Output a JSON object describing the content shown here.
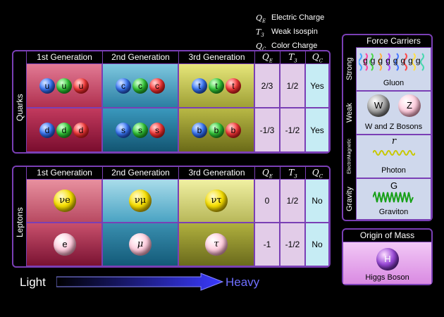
{
  "legend": [
    {
      "sym": "Q",
      "sub": "E",
      "label": "Electric Charge"
    },
    {
      "sym": "T",
      "sub": "3",
      "label": "Weak Isospin"
    },
    {
      "sym": "Q",
      "sub": "C",
      "label": "Color Charge"
    }
  ],
  "quarks": {
    "side_label": "Quarks",
    "headers": [
      "1st Generation",
      "2nd Generation",
      "3rd Generation"
    ],
    "prop_headers": [
      {
        "sym": "Q",
        "sub": "E"
      },
      {
        "sym": "T",
        "sub": "3"
      },
      {
        "sym": "Q",
        "sub": "C"
      }
    ],
    "rows": [
      {
        "particles": [
          "u",
          "c",
          "t"
        ],
        "qe": "2/3",
        "t3": "1/2",
        "qc": "Yes"
      },
      {
        "particles": [
          "d",
          "s",
          "b"
        ],
        "qe": "-1/3",
        "t3": "-1/2",
        "qc": "Yes"
      }
    ]
  },
  "leptons": {
    "side_label": "Leptons",
    "headers": [
      "1st Generation",
      "2nd Generation",
      "3rd Generation"
    ],
    "prop_headers": [
      {
        "sym": "Q",
        "sub": "E"
      },
      {
        "sym": "T",
        "sub": "3"
      },
      {
        "sym": "Q",
        "sub": "C"
      }
    ],
    "rows": [
      {
        "particles": [
          "νe",
          "νμ",
          "ντ"
        ],
        "qe": "0",
        "t3": "1/2",
        "qc": "No"
      },
      {
        "particles": [
          "e",
          "μ",
          "τ"
        ],
        "qe": "-1",
        "t3": "-1/2",
        "qc": "No"
      }
    ]
  },
  "force_carriers": {
    "title": "Force Carriers",
    "items": [
      {
        "label": "Strong",
        "caption": "Gluon",
        "glyph": "g"
      },
      {
        "label": "Weak",
        "caption": "W and Z Bosons",
        "w": "W",
        "z": "Z"
      },
      {
        "label": "ElectroMagnetic",
        "caption": "Photon",
        "glyph": "r"
      },
      {
        "label": "Gravity",
        "caption": "Graviton",
        "glyph": "G"
      }
    ]
  },
  "mass": {
    "title": "Origin of Mass",
    "caption": "Higgs Boson",
    "glyph": "H"
  },
  "scale": {
    "light": "Light",
    "heavy": "Heavy"
  },
  "colors": {
    "border": "#7a3fb5",
    "gen1_top": "#e06a85",
    "gen2_top": "#2d8fb0",
    "gen3_top": "#c8c850",
    "prop_bg": "#e2cce8",
    "qc_bg": "#c6ecf4",
    "fc_bg": "#cfd8ec",
    "mass_bg": "#e7aef0"
  }
}
